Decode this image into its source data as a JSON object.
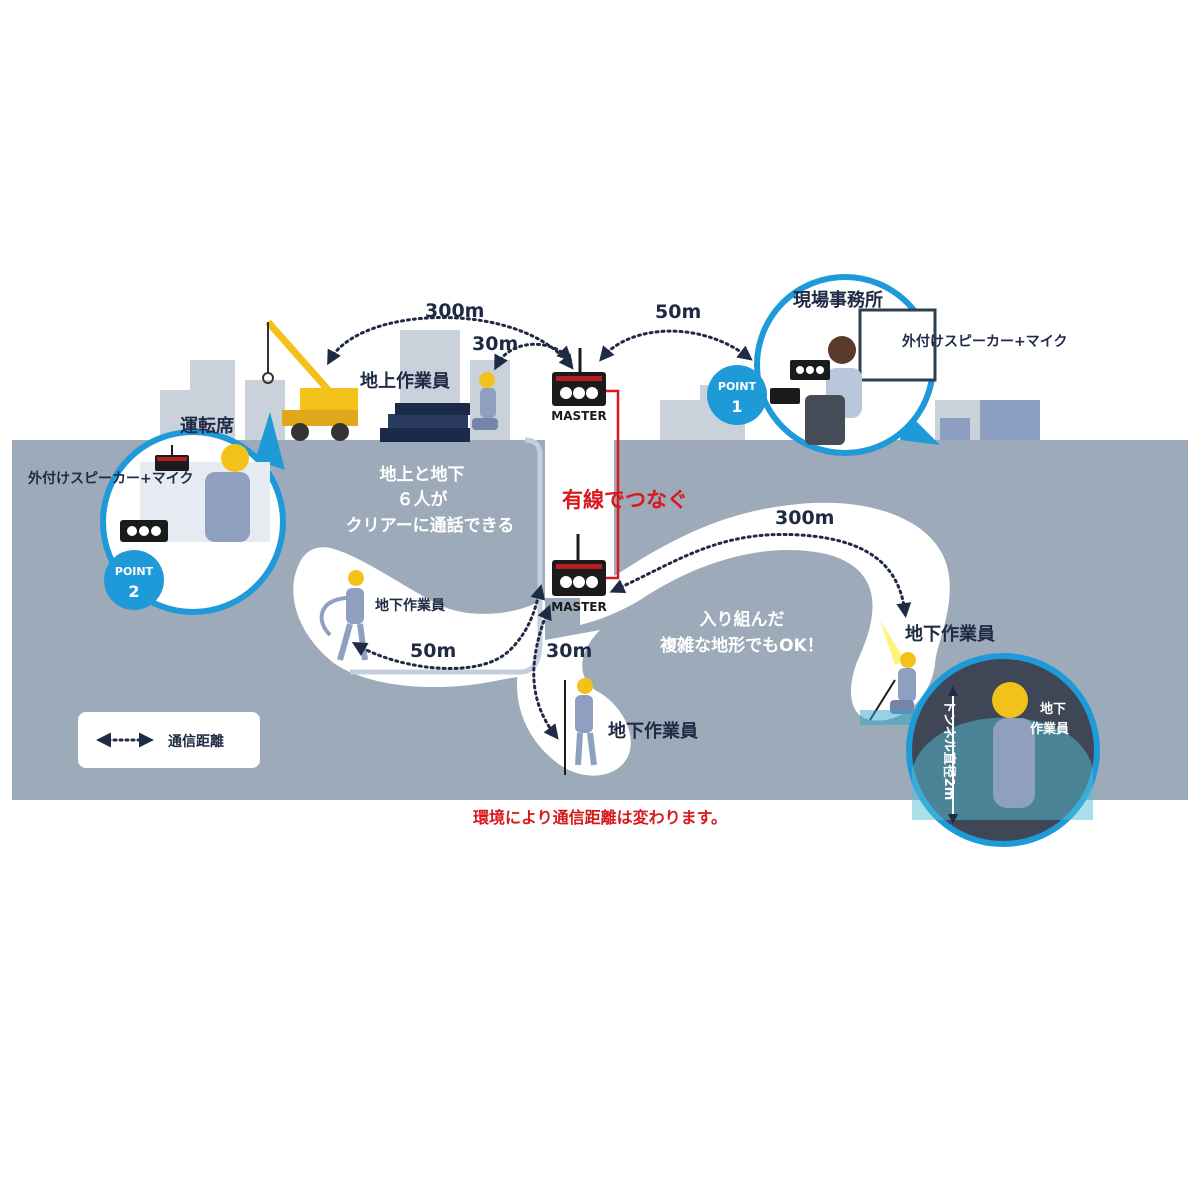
{
  "labels": {
    "ground_worker": "地上作業員",
    "cab": "運転席",
    "ext_speaker_left": "外付けスピーカー+マイク",
    "ext_speaker_right": "外付けスピーカー+マイク",
    "site_office": "現場事務所",
    "point_word": "POINT",
    "point1_num": "1",
    "point2_num": "2",
    "master_top": "MASTER",
    "master_bottom": "MASTER",
    "wired": "有線でつなぐ",
    "clear_line1": "地上と地下",
    "clear_line2": "６人が",
    "clear_line3": "クリアーに通話できる",
    "under_worker_left": "地下作業員",
    "under_worker_center": "地下作業員",
    "under_worker_right": "地下作業員",
    "under_worker_inset_line1": "地下",
    "under_worker_inset_line2": "作業員",
    "complex_line1": "入り組んだ",
    "complex_line2": "複雑な地形でもOK！",
    "tunnel_diameter": "トンネル直径2m",
    "legend": "通信距離",
    "footer": "環境により通信距離は変わります。"
  },
  "distances": {
    "crane_to_master": "300m",
    "ground_worker_to_master": "30m",
    "office_to_master": "50m",
    "right_tunnel": "300m",
    "left_tunnel": "50m",
    "center_shaft": "30m"
  },
  "colors": {
    "ground": "#9daab9",
    "tunnel": "#ffffff",
    "building": "#c9d1db",
    "accent_blue": "#1e9ad9",
    "arrow": "#1f2a44",
    "wire_red": "#d7191e",
    "helmet": "#f2c21a",
    "worker": "#8e9fbf",
    "device": "#1b1b1b",
    "device_red": "#b21e24"
  }
}
